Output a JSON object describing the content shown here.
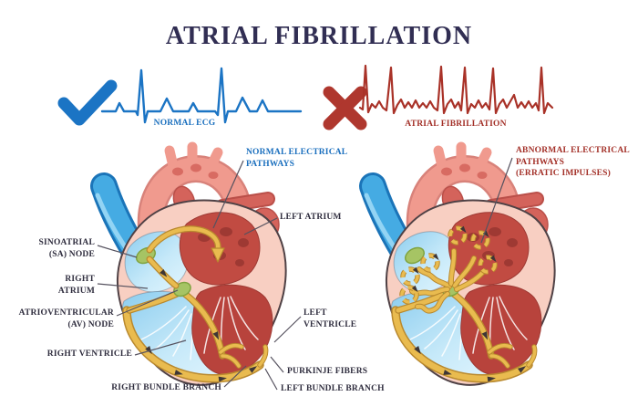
{
  "title": "ATRIAL FIBRILLATION",
  "ecg": {
    "normal_label": "NORMAL ECG",
    "afib_label": "ATRIAL FIBRILLATION"
  },
  "labels": {
    "normal_pathways": "NORMAL ELECTRICAL\nPATHWAYS",
    "abnormal_pathways": "ABNORMAL ELECTRICAL\nPATHWAYS\n(ERRATIC IMPULSES)",
    "left_atrium": "LEFT ATRIUM",
    "sa_node": "SINOATRIAL\n(SA) NODE",
    "right_atrium": "RIGHT\nATRIUM",
    "av_node": "ATRIOVENTRICULAR\n(AV) NODE",
    "right_ventricle": "RIGHT VENTRICLE",
    "right_bundle_branch": "RIGHT BUNDLE BRANCH",
    "purkinje_fibers": "PURKINJE FIBERS",
    "left_bundle_branch": "LEFT BUNDLE BRANCH",
    "left_ventricle": "LEFT\nVENTRICLE"
  },
  "icons": {
    "normal": "check-icon",
    "afib": "x-mark-icon"
  },
  "colors": {
    "title_navy": "#312E53",
    "label_dark": "#2F2D3E",
    "ecg_blue": "#1B74C4",
    "ecg_red": "#A93228",
    "blue_text": "#1A6FBE",
    "red_text": "#A33028",
    "pathway_gold": "#E9BB4F",
    "node_green": "#A6C464",
    "wall_pink": "#F8CFC2",
    "chamber_red": "#C14B42",
    "vessel_blue": "#45ABE3",
    "aorta_pink": "#F09A8E"
  }
}
